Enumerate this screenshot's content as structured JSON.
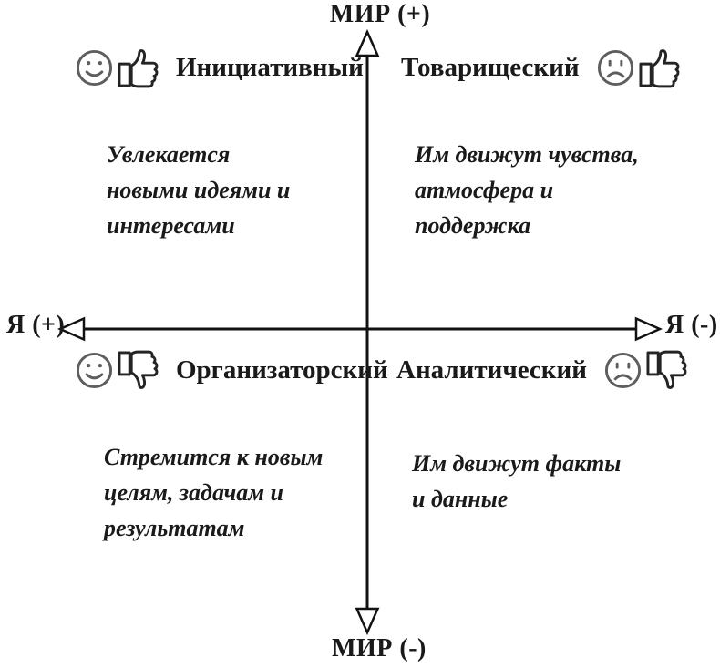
{
  "axes": {
    "top_label": "МИР (+)",
    "bottom_label": "МИР (-)",
    "left_label": "Я (+)",
    "right_label": "Я (-)"
  },
  "quadrants": {
    "top_left": {
      "title": "Инициативный",
      "description": "Увлекается\nновыми идеями и\nинтересами",
      "icons": [
        "happy-face-icon",
        "thumb-up-icon"
      ]
    },
    "top_right": {
      "title": "Товарищеский",
      "description": "Им движут чувства,\nатмосфера и\nподдержка",
      "icons": [
        "sad-face-icon",
        "thumb-up-icon"
      ]
    },
    "bottom_left": {
      "title": "Организаторский",
      "description": "Стремится к новым\nцелям, задачам и\nрезультатам",
      "icons": [
        "happy-face-icon",
        "thumb-down-icon"
      ]
    },
    "bottom_right": {
      "title": "Аналитический",
      "description": "Им движут факты\nи данные",
      "icons": [
        "sad-face-icon",
        "thumb-down-icon"
      ]
    }
  },
  "colors": {
    "background": "#ffffff",
    "line": "#111111",
    "text": "#1a1a1a",
    "face_icon": "#5e5e5e",
    "thumb_icon": "#242424"
  }
}
